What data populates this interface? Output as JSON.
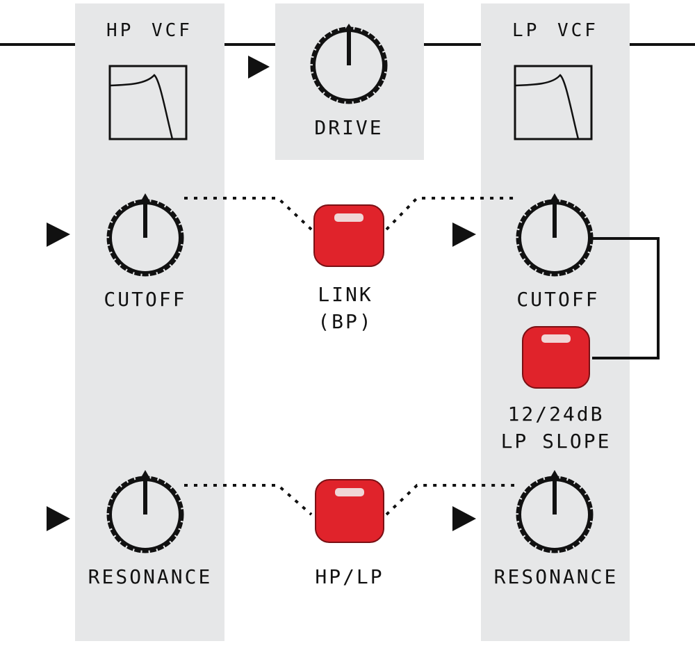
{
  "colors": {
    "panel": "#e6e7e8",
    "line": "#111111",
    "button_red": "#e0232b",
    "button_highlight": "#f0d6d6"
  },
  "hp_vcf": {
    "title": "HP VCF",
    "filter_icon": "highpass-curve-icon",
    "cutoff_label": "CUTOFF",
    "resonance_label": "RESONANCE"
  },
  "drive": {
    "label": "DRIVE"
  },
  "lp_vcf": {
    "title": "LP VCF",
    "filter_icon": "lowpass-curve-icon",
    "cutoff_label": "CUTOFF",
    "resonance_label": "RESONANCE"
  },
  "link_button": {
    "line1": "LINK",
    "line2": "(BP)"
  },
  "mode_button": {
    "label": "HP/LP"
  },
  "slope_button": {
    "line1": "12/24dB",
    "line2": "LP SLOPE"
  },
  "icons": [
    "signal-input-arrow-icon",
    "knob-icon",
    "red-push-button-icon"
  ]
}
